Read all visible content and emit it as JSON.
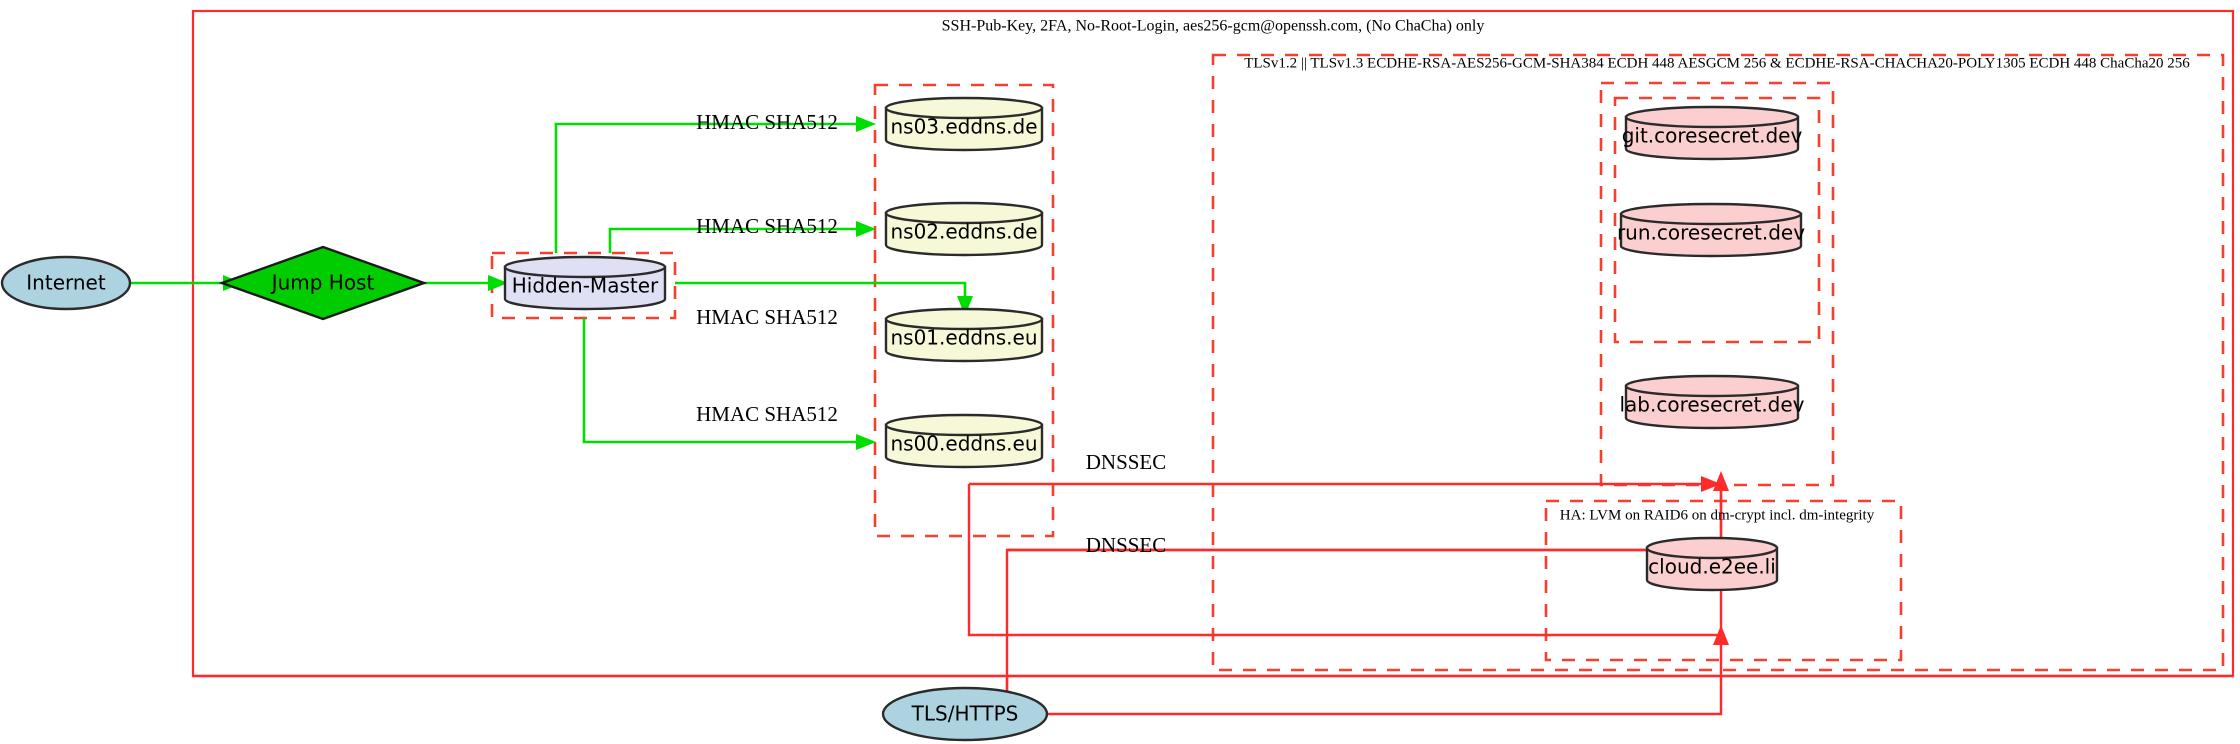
{
  "diagram": {
    "title_labels": {
      "ssh_policy": "SSH-Pub-Key, 2FA, No-Root-Login, aes256-gcm@openssh.com, (No ChaCha) only",
      "tls_policy": "TLSv1.2 || TLSv1.3 ECDHE-RSA-AES256-GCM-SHA384 ECDH 448 AESGCM 256 & ECDHE-RSA-CHACHA20-POLY1305 ECDH 448 ChaCha20 256",
      "ha_policy": "HA: LVM on RAID6 on dm-crypt incl. dm-integrity"
    },
    "nodes": {
      "internet": "Internet",
      "jump_host": "Jump Host",
      "hidden_master": "Hidden-Master",
      "ns03": "ns03.eddns.de",
      "ns02": "ns02.eddns.de",
      "ns01": "ns01.eddns.eu",
      "ns00": "ns00.eddns.eu",
      "git": "git.coresecret.dev",
      "run": "run.coresecret.dev",
      "lab": "lab.coresecret.dev",
      "cloud": "cloud.e2ee.li",
      "tls_https": "TLS/HTTPS"
    },
    "edge_labels": {
      "hmac_ns03": "HMAC SHA512",
      "hmac_ns02": "HMAC SHA512",
      "hmac_ns01": "HMAC SHA512",
      "hmac_ns00": "HMAC SHA512",
      "dnssec_upper": "DNSSEC",
      "dnssec_lower": "DNSSEC"
    },
    "colors": {
      "boundary_red": "#ff2a2a",
      "cluster_dashed_red": "#f4402f",
      "edge_green": "#00dd00",
      "node_dns_fill": "#f7f8d8",
      "node_master_fill": "#e0e0f5",
      "node_service_fill": "#fbcfcf",
      "node_ellipse_fill": "#aed3e0",
      "node_diamond_fill": "#00cc00",
      "node_stroke": "#2b2b2b"
    }
  }
}
